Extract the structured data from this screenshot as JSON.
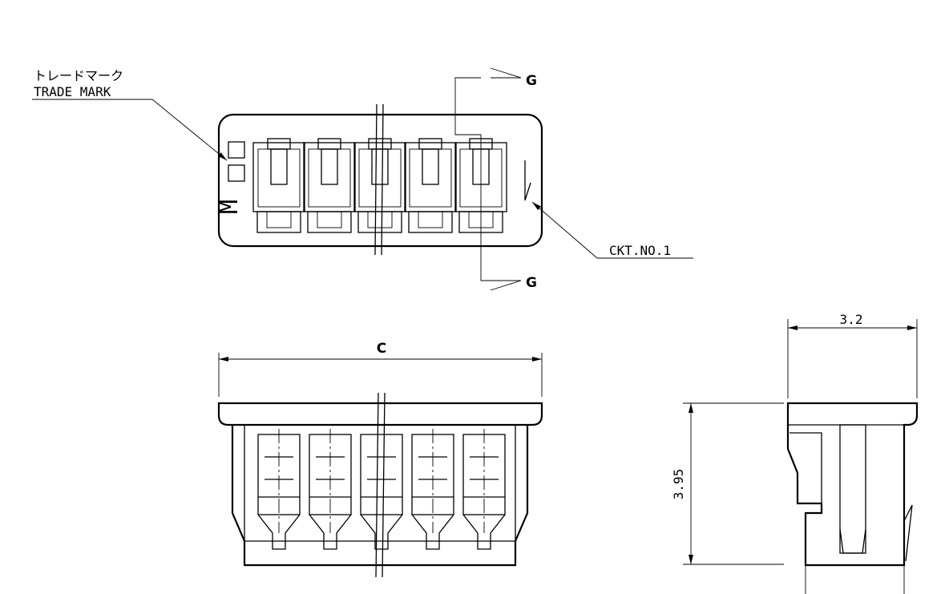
{
  "labels": {
    "trade_mark_jp": "トレードマーク",
    "trade_mark_en": "TRADE MARK",
    "section_g_top": "G",
    "section_g_bottom": "G",
    "ckt_no": "CKT.NO.1",
    "dim_c": "C",
    "dim_width": "3.2",
    "dim_height": "3.95",
    "mark_letter": "M"
  },
  "colors": {
    "line": "#000000",
    "background": "#ffffff"
  },
  "circuits": 5
}
